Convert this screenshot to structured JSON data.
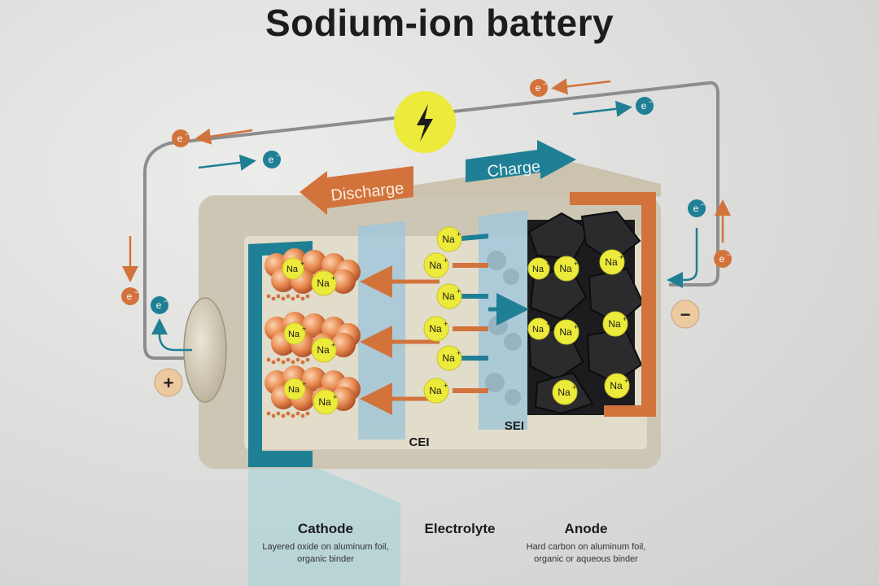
{
  "title": "Sodium-ion battery",
  "arrows": {
    "discharge": "Discharge",
    "charge": "Charge"
  },
  "electron": {
    "symbol": "e",
    "sup": "−"
  },
  "ion": {
    "symbol": "Na",
    "sup": "+"
  },
  "terminals": {
    "positive": "+",
    "negative": "−"
  },
  "layers": {
    "cei": "CEI",
    "sei": "SEI"
  },
  "sections": {
    "cathode": {
      "title": "Cathode",
      "line1": "Layered oxide on aluminum foil,",
      "line2": "organic binder"
    },
    "electrolyte": {
      "title": "Electrolyte"
    },
    "anode": {
      "title": "Anode",
      "line1": "Hard carbon on aluminum foil,",
      "line2": "organic or aqueous binder"
    }
  },
  "colors": {
    "orange": "#d2733c",
    "teal": "#1f7f95",
    "sodium": "#ecea3a",
    "carbon": "#1b1b1d",
    "casing": "#cdc6b4"
  }
}
